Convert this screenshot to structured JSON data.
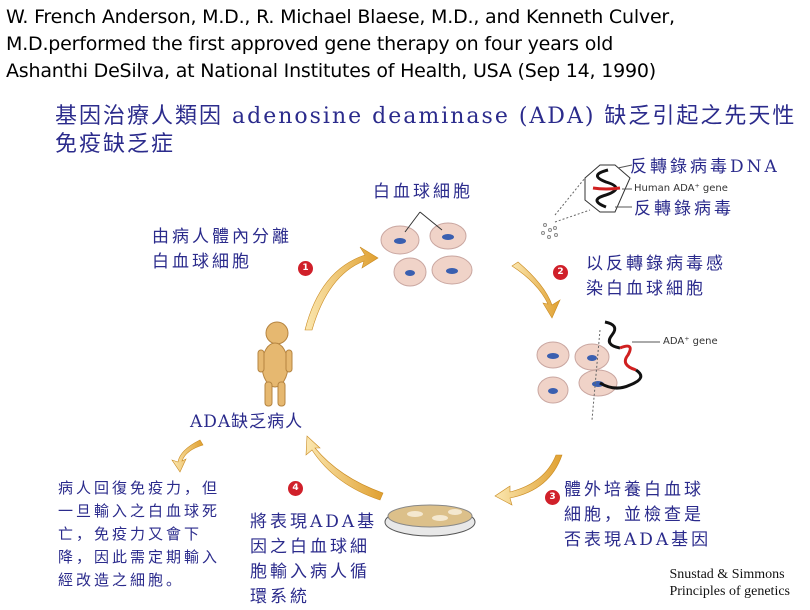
{
  "header": {
    "lines": [
      "W. French Anderson, M.D., R. Michael Blaese, M.D., and Kenneth Culver,",
      "M.D.performed the first approved gene therapy on four years old",
      "Ashanthi DeSilva, at National Institutes of Health, USA (Sep 14, 1990)"
    ]
  },
  "title": {
    "line1": "基因治療人類因 adenosine deaminase (ADA) 缺乏引起之先天性",
    "line2": "免疫缺乏症"
  },
  "diagram": {
    "white_cells_label": "白血球細胞",
    "virus_dna_label": "反轉錄病毒DNA",
    "human_gene_label": "Human ADA⁺ gene",
    "retrovirus_label": "反轉錄病毒",
    "ada_gene_label": "ADA⁺ gene",
    "patient_label": "ADA缺乏病人",
    "steps": [
      {
        "number": "1",
        "lines": [
          "由病人體內分離",
          "白血球細胞"
        ]
      },
      {
        "number": "2",
        "lines": [
          "以反轉錄病毒感",
          "染白血球細胞"
        ]
      },
      {
        "number": "3",
        "lines": [
          "體外培養白血球",
          "細胞，並檢查是",
          "否表現ADA基因"
        ]
      },
      {
        "number": "4",
        "lines": [
          "將表現ADA基",
          "因之白血球細",
          "胞輸入病人循",
          "環系統"
        ]
      }
    ],
    "outcome_lines": [
      "病人回復免疫力，但",
      "一旦輸入之白血球死",
      "亡，免疫力又會下",
      "降，因此需定期輸入",
      "經改造之細胞。"
    ]
  },
  "credit": {
    "line1": "Snustad & Simmons",
    "line2": "Principles of genetics"
  },
  "colors": {
    "text_blue": "#2b2b8c",
    "arrow": "#e3a83a",
    "badge": "#d0202a",
    "cell": "#f0d3c8",
    "nucleus": "#3a5fb0"
  }
}
